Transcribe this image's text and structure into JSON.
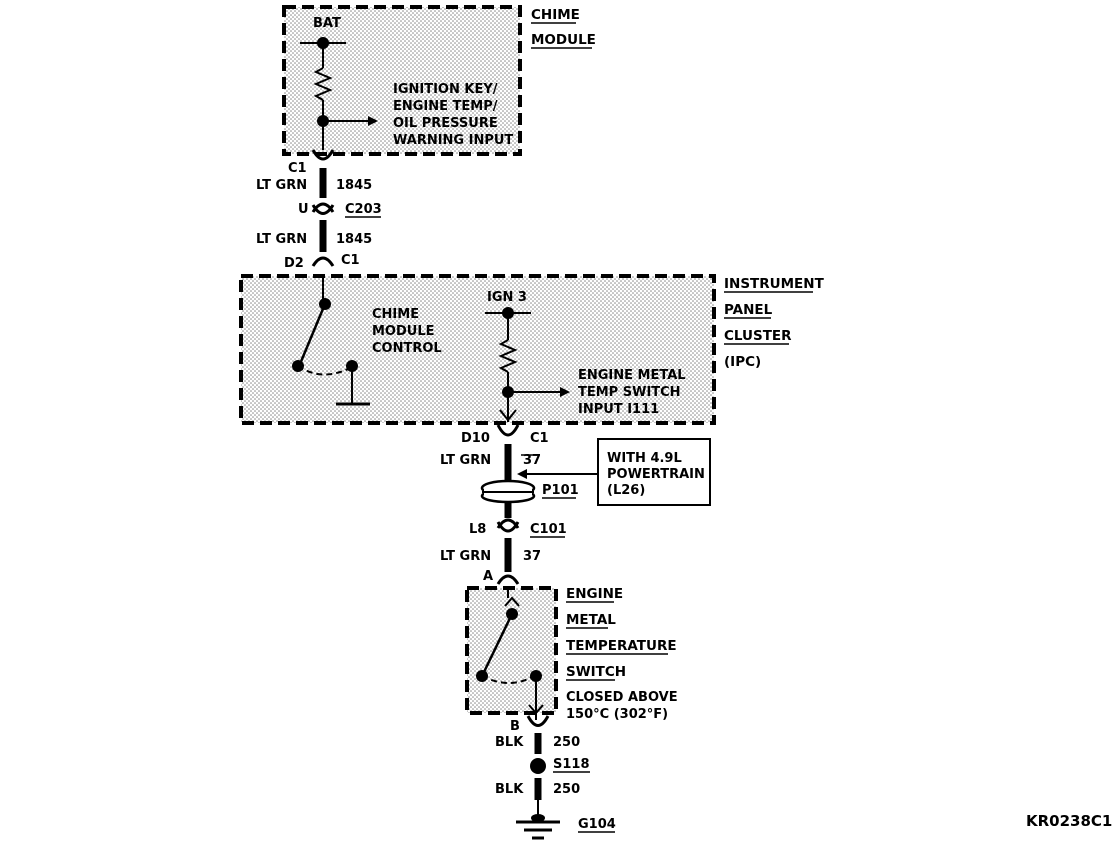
{
  "chime_module": {
    "name_line1": "CHIME",
    "name_line2": "MODULE",
    "bat_label": "BAT",
    "input_line1": "IGNITION KEY/",
    "input_line2": "ENGINE TEMP/",
    "input_line3": "OIL PRESSURE",
    "input_line4": "WARNING INPUT"
  },
  "wire_upper": {
    "connector_top": "C1",
    "color1": "LT GRN",
    "circuit1": "1845",
    "pin_mid": "U",
    "connector_mid": "C203",
    "color2": "LT GRN",
    "circuit2": "1845",
    "pin_bottom": "D2",
    "connector_bottom": "C1"
  },
  "ipc": {
    "name_line1": "INSTRUMENT",
    "name_line2": "PANEL",
    "name_line3": "CLUSTER",
    "name_line4": "(IPC)",
    "control_line1": "CHIME",
    "control_line2": "MODULE",
    "control_line3": "CONTROL",
    "ign_label": "IGN 3",
    "input_line1": "ENGINE METAL",
    "input_line2": "TEMP SWITCH",
    "input_line3": "INPUT  I111"
  },
  "wire_middle": {
    "pin": "D10",
    "connector": "C1",
    "color": "LT GRN",
    "circuit": "37",
    "note_line1": "WITH 4.9L",
    "note_line2": "POWERTRAIN",
    "note_line3": "(L26)",
    "splice_connector": "P101"
  },
  "wire_lower": {
    "pin_top": "L8",
    "connector_top": "C101",
    "color": "LT GRN",
    "circuit": "37",
    "pin_bottom": "A"
  },
  "temp_switch": {
    "name_line1": "ENGINE",
    "name_line2": "METAL",
    "name_line3": "TEMPERATURE",
    "name_line4": "SWITCH",
    "note_line1": "CLOSED ABOVE",
    "note_line2": "150°C (302°F)"
  },
  "ground_wire": {
    "pin": "B",
    "color1": "BLK",
    "circuit1": "250",
    "splice": "S118",
    "color2": "BLK",
    "circuit2": "250",
    "ground": "G104"
  },
  "figure_code": "KR0238C1"
}
